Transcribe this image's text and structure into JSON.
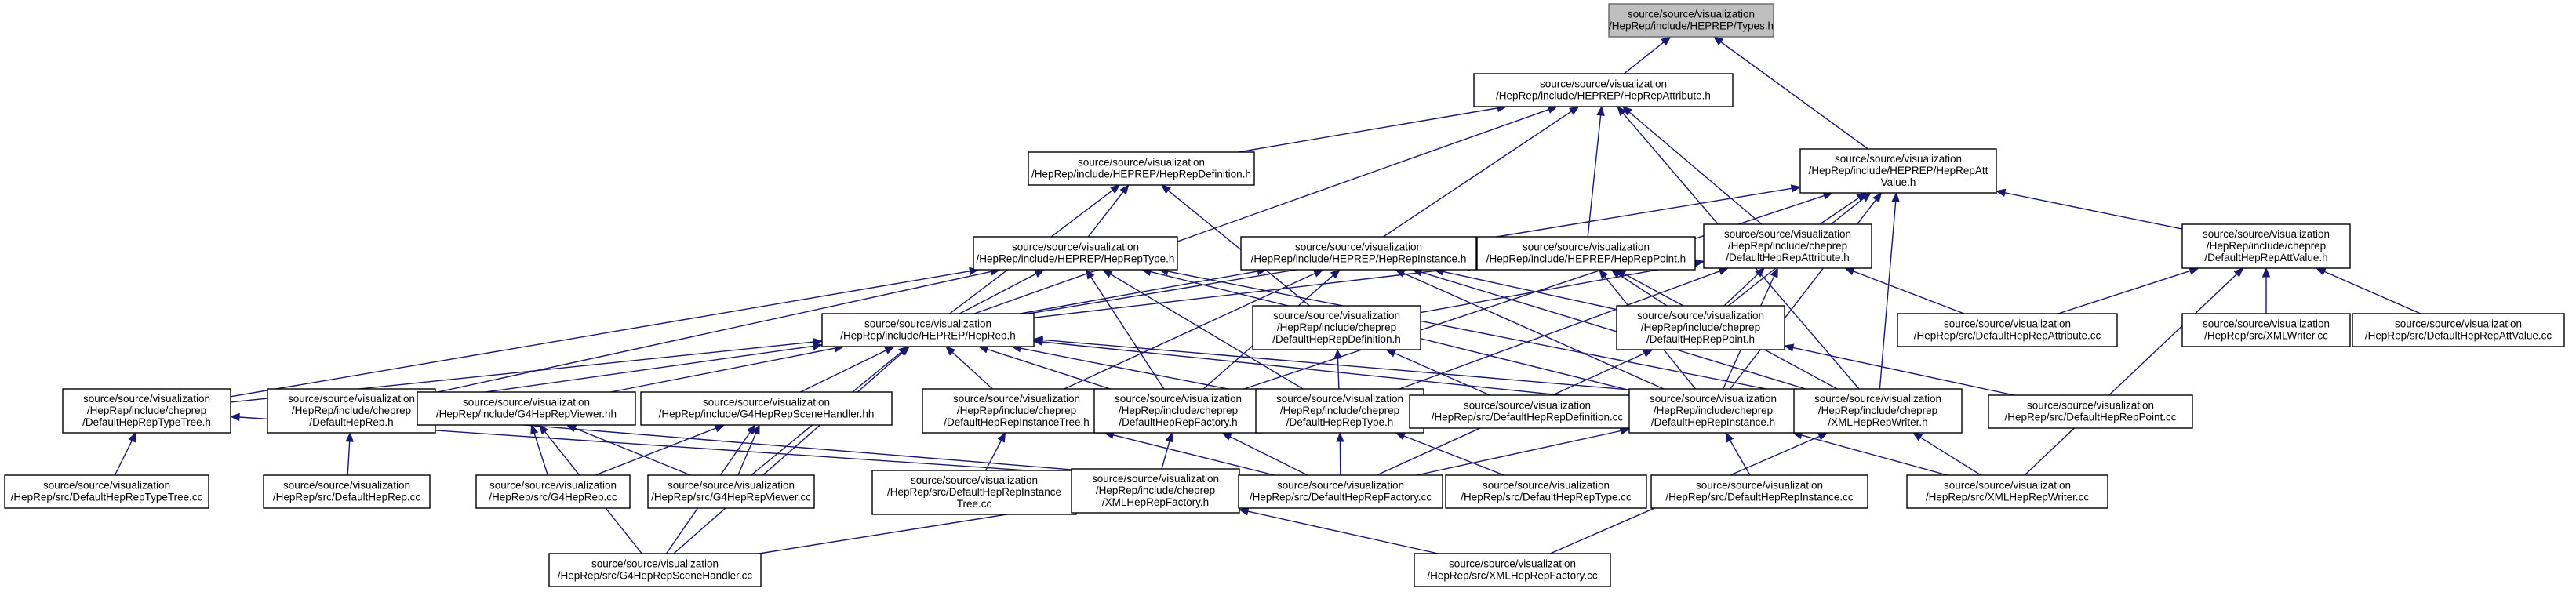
{
  "nodes": [
    {
      "id": "types_h",
      "lines": [
        "source/source/visualization",
        "/HepRep/include/HEPREP/Types.h"
      ]
    },
    {
      "id": "attribute_h",
      "lines": [
        "source/source/visualization",
        "/HepRep/include/HEPREP/HepRepAttribute.h"
      ]
    },
    {
      "id": "attvalue_h",
      "lines": [
        "source/source/visualization",
        "/HepRep/include/HEPREP/HepRepAtt",
        "Value.h"
      ]
    },
    {
      "id": "definition_h",
      "lines": [
        "source/source/visualization",
        "/HepRep/include/HEPREP/HepRepDefinition.h"
      ]
    },
    {
      "id": "type_h",
      "lines": [
        "source/source/visualization",
        "/HepRep/include/HEPREP/HepRepType.h"
      ]
    },
    {
      "id": "instance_h",
      "lines": [
        "source/source/visualization",
        "/HepRep/include/HEPREP/HepRepInstance.h"
      ]
    },
    {
      "id": "point_h",
      "lines": [
        "source/source/visualization",
        "/HepRep/include/HEPREP/HepRepPoint.h"
      ]
    },
    {
      "id": "def_attribute_h",
      "lines": [
        "source/source/visualization",
        "/HepRep/include/cheprep",
        "/DefaultHepRepAttribute.h"
      ]
    },
    {
      "id": "def_attvalue_h",
      "lines": [
        "source/source/visualization",
        "/HepRep/include/cheprep",
        "/DefaultHepRepAttValue.h"
      ]
    },
    {
      "id": "heprep_h",
      "lines": [
        "source/source/visualization",
        "/HepRep/include/HEPREP/HepRep.h"
      ]
    },
    {
      "id": "def_definition_h",
      "lines": [
        "source/source/visualization",
        "/HepRep/include/cheprep",
        "/DefaultHepRepDefinition.h"
      ]
    },
    {
      "id": "def_point_h",
      "lines": [
        "source/source/visualization",
        "/HepRep/include/cheprep",
        "/DefaultHepRepPoint.h"
      ]
    },
    {
      "id": "def_attribute_cc",
      "lines": [
        "source/source/visualization",
        "/HepRep/src/DefaultHepRepAttribute.cc"
      ]
    },
    {
      "id": "xmlwriter_cc",
      "lines": [
        "source/source/visualization",
        "/HepRep/src/XMLWriter.cc"
      ]
    },
    {
      "id": "def_attvalue_cc",
      "lines": [
        "source/source/visualization",
        "/HepRep/src/DefaultHepRepAttValue.cc"
      ]
    },
    {
      "id": "def_typetree_h",
      "lines": [
        "source/source/visualization",
        "/HepRep/include/cheprep",
        "/DefaultHepRepTypeTree.h"
      ]
    },
    {
      "id": "def_heprep_h",
      "lines": [
        "source/source/visualization",
        "/HepRep/include/cheprep",
        "/DefaultHepRep.h"
      ]
    },
    {
      "id": "g4viewer_hh",
      "lines": [
        "source/source/visualization",
        "/HepRep/include/G4HepRepViewer.hh"
      ]
    },
    {
      "id": "g4scenehandler_hh",
      "lines": [
        "source/source/visualization",
        "/HepRep/include/G4HepRepSceneHandler.hh"
      ]
    },
    {
      "id": "def_instancetree_h",
      "lines": [
        "source/source/visualization",
        "/HepRep/include/cheprep",
        "/DefaultHepRepInstanceTree.h"
      ]
    },
    {
      "id": "def_factory_h",
      "lines": [
        "source/source/visualization",
        "/HepRep/include/cheprep",
        "/DefaultHepRepFactory.h"
      ]
    },
    {
      "id": "def_type_h",
      "lines": [
        "source/source/visualization",
        "/HepRep/include/cheprep",
        "/DefaultHepRepType.h"
      ]
    },
    {
      "id": "def_definition_cc",
      "lines": [
        "source/source/visualization",
        "/HepRep/src/DefaultHepRepDefinition.cc"
      ]
    },
    {
      "id": "def_instance_h",
      "lines": [
        "source/source/visualization",
        "/HepRep/include/cheprep",
        "/DefaultHepRepInstance.h"
      ]
    },
    {
      "id": "xmlwriter_h",
      "lines": [
        "source/source/visualization",
        "/HepRep/include/cheprep",
        "/XMLHepRepWriter.h"
      ]
    },
    {
      "id": "def_point_cc",
      "lines": [
        "source/source/visualization",
        "/HepRep/src/DefaultHepRepPoint.cc"
      ]
    },
    {
      "id": "def_typetree_cc",
      "lines": [
        "source/source/visualization",
        "/HepRep/src/DefaultHepRepTypeTree.cc"
      ]
    },
    {
      "id": "def_heprep_cc",
      "lines": [
        "source/source/visualization",
        "/HepRep/src/DefaultHepRep.cc"
      ]
    },
    {
      "id": "g4heprep_cc",
      "lines": [
        "source/source/visualization",
        "/HepRep/src/G4HepRep.cc"
      ]
    },
    {
      "id": "g4viewer_cc",
      "lines": [
        "source/source/visualization",
        "/HepRep/src/G4HepRepViewer.cc"
      ]
    },
    {
      "id": "def_instancetree_cc",
      "lines": [
        "source/source/visualization",
        "/HepRep/src/DefaultHepRepInstance",
        "Tree.cc"
      ]
    },
    {
      "id": "xmlfactory_h",
      "lines": [
        "source/source/visualization",
        "/HepRep/include/cheprep",
        "/XMLHepRepFactory.h"
      ]
    },
    {
      "id": "def_factory_cc",
      "lines": [
        "source/source/visualization",
        "/HepRep/src/DefaultHepRepFactory.cc"
      ]
    },
    {
      "id": "def_type_cc",
      "lines": [
        "source/source/visualization",
        "/HepRep/src/DefaultHepRepType.cc"
      ]
    },
    {
      "id": "def_instance_cc",
      "lines": [
        "source/source/visualization",
        "/HepRep/src/DefaultHepRepInstance.cc"
      ]
    },
    {
      "id": "xmlwriter_cc2",
      "lines": [
        "source/source/visualization",
        "/HepRep/src/XMLHepRepWriter.cc"
      ]
    },
    {
      "id": "g4scenehandler_cc",
      "lines": [
        "source/source/visualization",
        "/HepRep/src/G4HepRepSceneHandler.cc"
      ]
    },
    {
      "id": "xmlfactory_cc",
      "lines": [
        "source/source/visualization",
        "/HepRep/src/XMLHepRepFactory.cc"
      ]
    }
  ],
  "edges": [
    [
      "attribute_h",
      "types_h"
    ],
    [
      "attvalue_h",
      "types_h"
    ],
    [
      "definition_h",
      "attribute_h"
    ],
    [
      "heprep_h",
      "attribute_h"
    ],
    [
      "instance_h",
      "attribute_h"
    ],
    [
      "point_h",
      "attribute_h"
    ],
    [
      "def_attribute_h",
      "attribute_h"
    ],
    [
      "xmlwriter_h",
      "attribute_h"
    ],
    [
      "heprep_h",
      "attvalue_h"
    ],
    [
      "def_attribute_h",
      "attvalue_h"
    ],
    [
      "def_attvalue_h",
      "attvalue_h"
    ],
    [
      "def_point_h",
      "attvalue_h"
    ],
    [
      "def_factory_h",
      "attvalue_h"
    ],
    [
      "def_instance_h",
      "attvalue_h"
    ],
    [
      "xmlwriter_h",
      "attvalue_h"
    ],
    [
      "type_h",
      "definition_h"
    ],
    [
      "heprep_h",
      "definition_h"
    ],
    [
      "def_definition_h",
      "definition_h"
    ],
    [
      "heprep_h",
      "type_h"
    ],
    [
      "def_typetree_h",
      "type_h"
    ],
    [
      "def_heprep_h",
      "type_h"
    ],
    [
      "def_factory_h",
      "type_h"
    ],
    [
      "def_type_h",
      "type_h"
    ],
    [
      "def_instance_h",
      "type_h"
    ],
    [
      "xmlwriter_h",
      "type_h"
    ],
    [
      "heprep_h",
      "instance_h"
    ],
    [
      "def_instancetree_h",
      "instance_h"
    ],
    [
      "def_factory_h",
      "instance_h"
    ],
    [
      "def_point_h",
      "instance_h"
    ],
    [
      "def_instance_h",
      "instance_h"
    ],
    [
      "xmlwriter_h",
      "instance_h"
    ],
    [
      "heprep_h",
      "point_h"
    ],
    [
      "def_point_h",
      "point_h"
    ],
    [
      "def_instance_h",
      "point_h"
    ],
    [
      "xmlwriter_h",
      "point_h"
    ],
    [
      "def_definition_h",
      "def_attribute_h"
    ],
    [
      "def_point_h",
      "def_attribute_h"
    ],
    [
      "def_instance_h",
      "def_attribute_h"
    ],
    [
      "def_type_h",
      "def_attribute_h"
    ],
    [
      "def_attribute_cc",
      "def_attribute_h"
    ],
    [
      "xmlwriter_cc",
      "def_attvalue_h"
    ],
    [
      "def_attvalue_cc",
      "def_attvalue_h"
    ],
    [
      "def_attribute_cc",
      "def_attvalue_h"
    ],
    [
      "xmlwriter_cc2",
      "def_attvalue_h"
    ],
    [
      "def_typetree_h",
      "heprep_h"
    ],
    [
      "def_heprep_h",
      "heprep_h"
    ],
    [
      "g4viewer_hh",
      "heprep_h"
    ],
    [
      "g4scenehandler_hh",
      "heprep_h"
    ],
    [
      "def_instancetree_h",
      "heprep_h"
    ],
    [
      "def_factory_h",
      "heprep_h"
    ],
    [
      "def_type_h",
      "heprep_h"
    ],
    [
      "def_instance_h",
      "heprep_h"
    ],
    [
      "xmlwriter_h",
      "heprep_h"
    ],
    [
      "g4viewer_cc",
      "heprep_h"
    ],
    [
      "g4scenehandler_cc",
      "heprep_h"
    ],
    [
      "def_type_h",
      "def_definition_h"
    ],
    [
      "def_definition_cc",
      "def_definition_h"
    ],
    [
      "def_point_cc",
      "def_point_h"
    ],
    [
      "def_factory_cc",
      "def_point_h"
    ],
    [
      "def_typetree_cc",
      "def_typetree_h"
    ],
    [
      "def_factory_cc",
      "def_typetree_h"
    ],
    [
      "def_heprep_cc",
      "def_heprep_h"
    ],
    [
      "def_factory_cc",
      "def_heprep_h"
    ],
    [
      "g4heprep_cc",
      "g4viewer_hh"
    ],
    [
      "g4viewer_cc",
      "g4viewer_hh"
    ],
    [
      "g4scenehandler_cc",
      "g4viewer_hh"
    ],
    [
      "g4heprep_cc",
      "g4scenehandler_hh"
    ],
    [
      "g4viewer_cc",
      "g4scenehandler_hh"
    ],
    [
      "g4scenehandler_cc",
      "g4scenehandler_hh"
    ],
    [
      "def_instancetree_cc",
      "def_instancetree_h"
    ],
    [
      "def_factory_cc",
      "def_instancetree_h"
    ],
    [
      "xmlfactory_h",
      "def_factory_h"
    ],
    [
      "def_factory_cc",
      "def_factory_h"
    ],
    [
      "def_type_cc",
      "def_type_h"
    ],
    [
      "def_factory_cc",
      "def_type_h"
    ],
    [
      "def_instance_cc",
      "def_instance_h"
    ],
    [
      "def_factory_cc",
      "def_instance_h"
    ],
    [
      "xmlwriter_cc2",
      "def_instance_h"
    ],
    [
      "xmlwriter_cc2",
      "xmlwriter_h"
    ],
    [
      "xmlfactory_cc",
      "xmlwriter_h"
    ],
    [
      "g4scenehandler_cc",
      "xmlfactory_h"
    ],
    [
      "xmlfactory_cc",
      "xmlfactory_h"
    ]
  ]
}
